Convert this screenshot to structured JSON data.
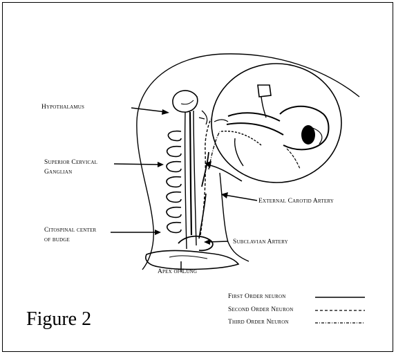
{
  "figure_caption": "Figure 2",
  "labels": {
    "hypothalamus": "Hypothalamus",
    "superior_cervical_line1": "Superior Cervical",
    "superior_cervical_line2": "Ganglian",
    "ciliospinal_line1": "Citospinal center",
    "ciliospinal_line2": "of budge",
    "external_carotid": "External Carotid Artery",
    "subclavian": "Subclavian Artery",
    "apex_of_lung": "Apex of Lung"
  },
  "legend": [
    {
      "label": "First Order neuron",
      "line_style": "solid"
    },
    {
      "label": "Second Order Neuron",
      "line_style": "dashed"
    },
    {
      "label": "Third Order Neuron",
      "line_style": "dash-dot"
    }
  ],
  "colors": {
    "ink": "#000000",
    "background": "#ffffff"
  }
}
